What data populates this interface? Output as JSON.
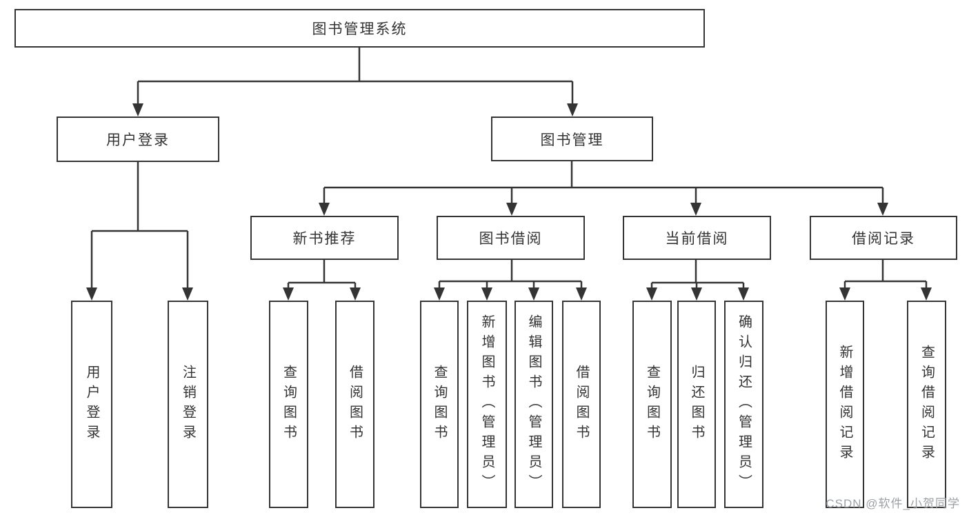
{
  "root": {
    "label": "图书管理系统",
    "children": [
      {
        "label": "用户登录",
        "children": [
          {
            "label": "用户登录"
          },
          {
            "label": "注销登录"
          }
        ]
      },
      {
        "label": "图书管理",
        "children": [
          {
            "label": "新书推荐",
            "children": [
              {
                "label": "查询图书"
              },
              {
                "label": "借阅图书"
              }
            ]
          },
          {
            "label": "图书借阅",
            "children": [
              {
                "label": "查询图书"
              },
              {
                "label": "新增图书（管理员）"
              },
              {
                "label": "编辑图书（管理员）"
              },
              {
                "label": "借阅图书"
              }
            ]
          },
          {
            "label": "当前借阅",
            "children": [
              {
                "label": "查询图书"
              },
              {
                "label": "归还图书"
              },
              {
                "label": "确认归还（管理员）"
              }
            ]
          },
          {
            "label": "借阅记录",
            "children": [
              {
                "label": "新增借阅记录"
              },
              {
                "label": "查询借阅记录"
              }
            ]
          }
        ]
      }
    ]
  },
  "watermark": {
    "text": "CSDN @软件_小贺同学"
  },
  "colors": {
    "line": "#343434",
    "box_border": "#343434",
    "box_fill": "#ffffff",
    "text": "#333333",
    "watermark": "#9da1a6",
    "background": "#ffffff"
  }
}
